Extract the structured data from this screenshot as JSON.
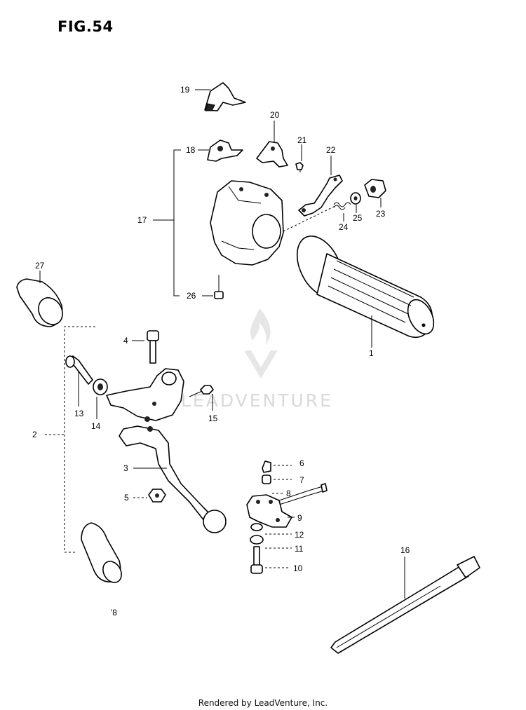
{
  "figure": {
    "title": "FIG.54",
    "footer": "Rendered by LeadVenture, Inc.",
    "watermark": "LEADVENTURE",
    "stray_mark": "'8"
  },
  "callouts": {
    "c1": "1",
    "c2": "2",
    "c3": "3",
    "c4": "4",
    "c5": "5",
    "c6": "6",
    "c7": "7",
    "c8": "8",
    "c9": "9",
    "c10": "10",
    "c11": "11",
    "c12": "12",
    "c13": "13",
    "c14": "14",
    "c15": "15",
    "c16": "16",
    "c17": "17",
    "c18": "18",
    "c19": "19",
    "c20": "20",
    "c21": "21",
    "c22": "22",
    "c23": "23",
    "c24": "24",
    "c25": "25",
    "c26": "26",
    "c27": "27"
  }
}
